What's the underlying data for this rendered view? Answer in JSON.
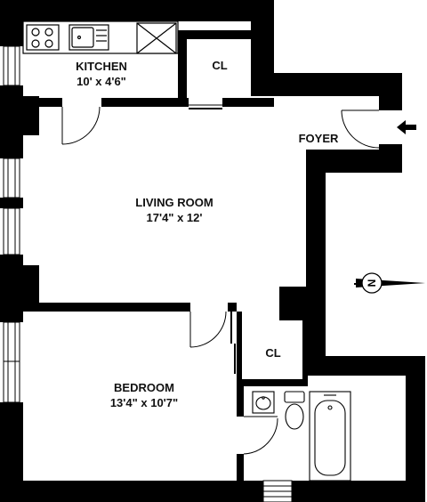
{
  "rooms": {
    "kitchen": {
      "name": "KITCHEN",
      "size": "10' x 4'6\""
    },
    "closet_top": {
      "name": "CL"
    },
    "foyer": {
      "name": "FOYER"
    },
    "living_room": {
      "name": "LIVING ROOM",
      "size": "17'4\" x 12'"
    },
    "closet_mid": {
      "name": "CL"
    },
    "bedroom": {
      "name": "BEDROOM",
      "size": "13'4\" x 10'7\""
    }
  },
  "compass": {
    "letter": "N"
  },
  "colors": {
    "wall": "#000000",
    "fixture": "#111111",
    "background": "#ffffff"
  },
  "icons": [
    "entry-arrow-icon",
    "compass-icon",
    "stove-icon",
    "sink-icon",
    "toilet-icon",
    "bathtub-icon"
  ]
}
